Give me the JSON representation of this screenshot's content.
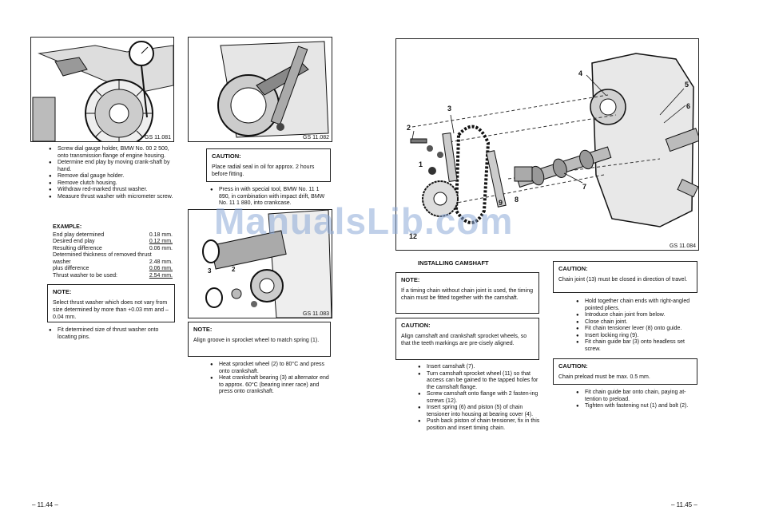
{
  "watermark": "ManualsLib.com",
  "left_page": {
    "page_number": "– 11.44 –",
    "fig1_label": "GS 11.081",
    "col1_bullets": [
      "Screw dial gauge holder, BMW No. 00 2 500, onto transmission flange of engine housing.",
      "Determine end play by moving crank-shaft by hand.",
      "Remove dial gauge holder.",
      "Remove clutch housing.",
      "Withdraw red-marked thrust washer.",
      "Measure thrust washer with micrometer screw."
    ],
    "example": {
      "title": "EXAMPLE:",
      "rows": [
        {
          "label": "End play determined",
          "value": "0.18 mm."
        },
        {
          "label": "Desired end play",
          "value": "0.12 mm."
        },
        {
          "label": "Resulting difference",
          "value": "0.06 mm."
        },
        {
          "label": "Determined thickness of removed thrust",
          "value": ""
        },
        {
          "label": "washer",
          "value": "2.48 mm."
        },
        {
          "label": "plus difference",
          "value": "0.06 mm."
        },
        {
          "label": "Thrust washer to be used:",
          "value": "2.54 mm."
        }
      ]
    },
    "note1": {
      "title": "NOTE:",
      "text": "Select thrust washer which does not vary from size determined by more than +0.03 mm and –0.04 mm."
    },
    "col1_bullets2": [
      "Fit determined size of thrust washer onto locating pins."
    ],
    "fig2_label": "GS 11.082",
    "caution1": {
      "title": "CAUTION:",
      "text": "Place radial seal in oil for approx. 2 hours before fitting."
    },
    "col2_bullets1": [
      "Press in with special tool, BMW No. 11 1 890, in combination with impact drift, BMW No. 11 1 880, into crankcase."
    ],
    "fig3_label": "GS 11.083",
    "fig3_callouts": [
      "3",
      "2"
    ],
    "note2": {
      "title": "NOTE:",
      "text": "Align groove in sprocket wheel to match spring (1)."
    },
    "col2_bullets2": [
      "Heat sprocket wheel (2) to 80°C and press onto crankshaft.",
      "Heat crankshaft bearing (3) at alternator end to approx. 60°C (bearing inner race) and press onto crankshaft."
    ]
  },
  "right_page": {
    "page_number": "– 11.45 –",
    "fig_label": "GS 11.084",
    "callouts": [
      "4",
      "5",
      "6",
      "3",
      "2",
      "1",
      "7",
      "9",
      "8",
      "12"
    ],
    "heading": "INSTALLING CAMSHAFT",
    "note": {
      "title": "NOTE:",
      "text": "If a timing chain without chain joint is used, the timing chain must be fitted together with the camshaft."
    },
    "caution1": {
      "title": "CAUTION:",
      "text": "Align camshaft and crankshaft sprocket wheels, so that the teeth markings are pre-cisely aligned."
    },
    "bullets1": [
      "Insert camshaft (7).",
      "Turn camshaft sprocket wheel (11) so that access can be gained to the tapped holes for the camshaft flange.",
      "Screw camshaft onto flange with 2 fasten-ing screws (12).",
      "Insert spring (6) and piston (5) of chain tensioner into housing at bearing cover (4).",
      "Push back piston of chain tensioner, fix in this position and insert timing chain."
    ],
    "caution2": {
      "title": "CAUTION:",
      "text": "Chain joint (13) must be closed in direction of travel."
    },
    "bullets2": [
      "Hold together chain ends with right-angled pointed pliers.",
      "Introduce chain joint from below.",
      "Close chain joint.",
      "Fit chain tensioner lever (8) onto guide.",
      "Insert locking ring (9).",
      "Fit chain guide bar (3) onto headless set screw."
    ],
    "caution3": {
      "title": "CAUTION:",
      "text": "Chain preload must be max. 0.5 mm."
    },
    "bullets3": [
      "Fit chain guide bar onto chain, paying at-tention to preload.",
      "Tighten with fastening nut (1) and bolt (2)."
    ]
  }
}
